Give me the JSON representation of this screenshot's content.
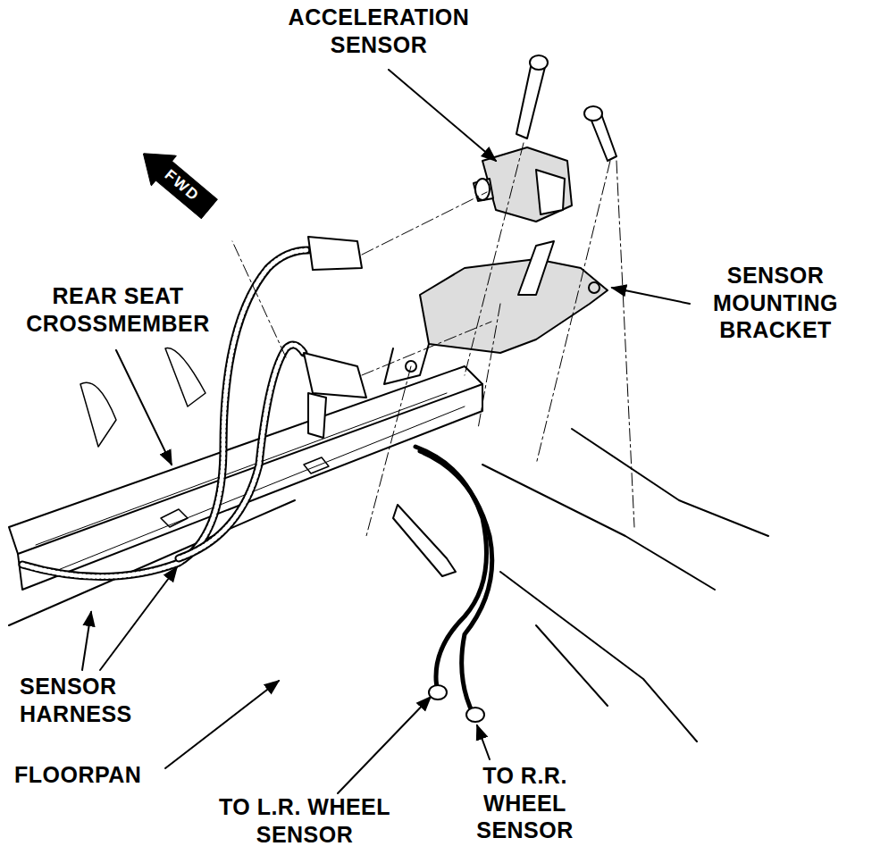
{
  "diagram": {
    "nodes": [
      {
        "text": [
          "FWD"
        ]
      }
    ],
    "labels": [
      "ACCELERATION SENSOR",
      "SENSOR MOUNTING BRACKET",
      "REAR SEAT CROSSMEMBER",
      "SENSOR HARNESS",
      "FLOORPAN",
      "TO L.R. WHEEL SENSOR",
      "TO R.R. WHEEL SENSOR"
    ]
  }
}
